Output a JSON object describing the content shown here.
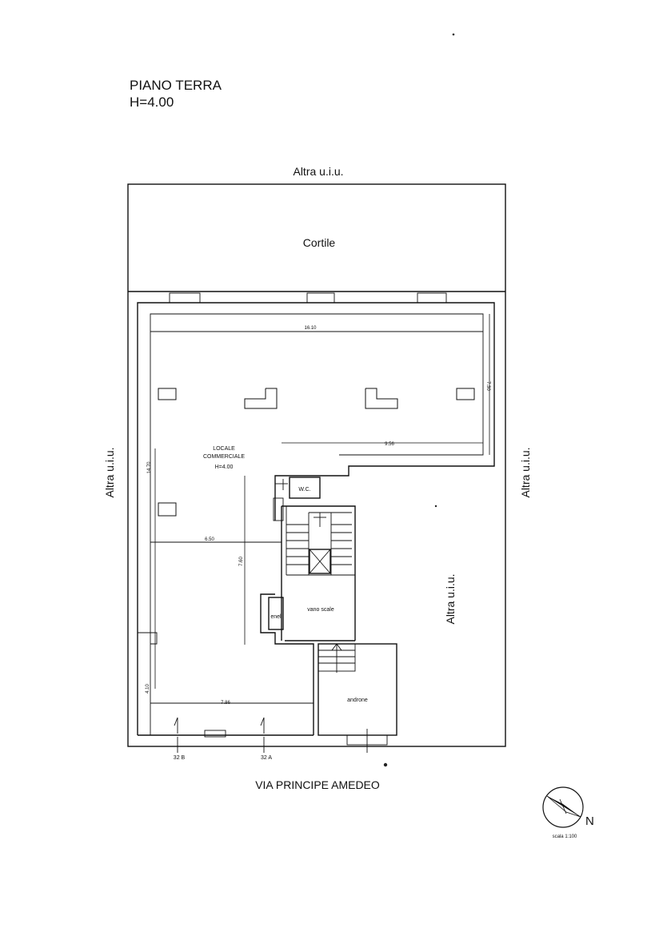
{
  "title": {
    "line1": "PIANO TERRA",
    "line2": "H=4.00"
  },
  "neighbors": {
    "top": "Altra u.i.u.",
    "left": "Altra u.i.u.",
    "right": "Altra u.i.u.",
    "inner": "Altra u.i.u."
  },
  "rooms": {
    "courtyard": "Cortile",
    "shop_line1": "LOCALE",
    "shop_line2": "COMMERCIALE",
    "shop_line3": "H=4.00",
    "wc": "W.C.",
    "enel": "enel",
    "stairs": "vano scale",
    "entrance": "androne"
  },
  "dimensions": {
    "d1": "16.10",
    "d2": "7.30",
    "d3": "9.56",
    "d4": "14.70",
    "d5": "6.50",
    "d6": "7.60",
    "d7": "4.10",
    "d8": "7.86"
  },
  "street": {
    "name": "VIA PRINCIPE AMEDEO",
    "number_b": "32 B",
    "number_a": "32 A"
  },
  "compass": {
    "north": "N",
    "scale": "scala 1:100"
  }
}
